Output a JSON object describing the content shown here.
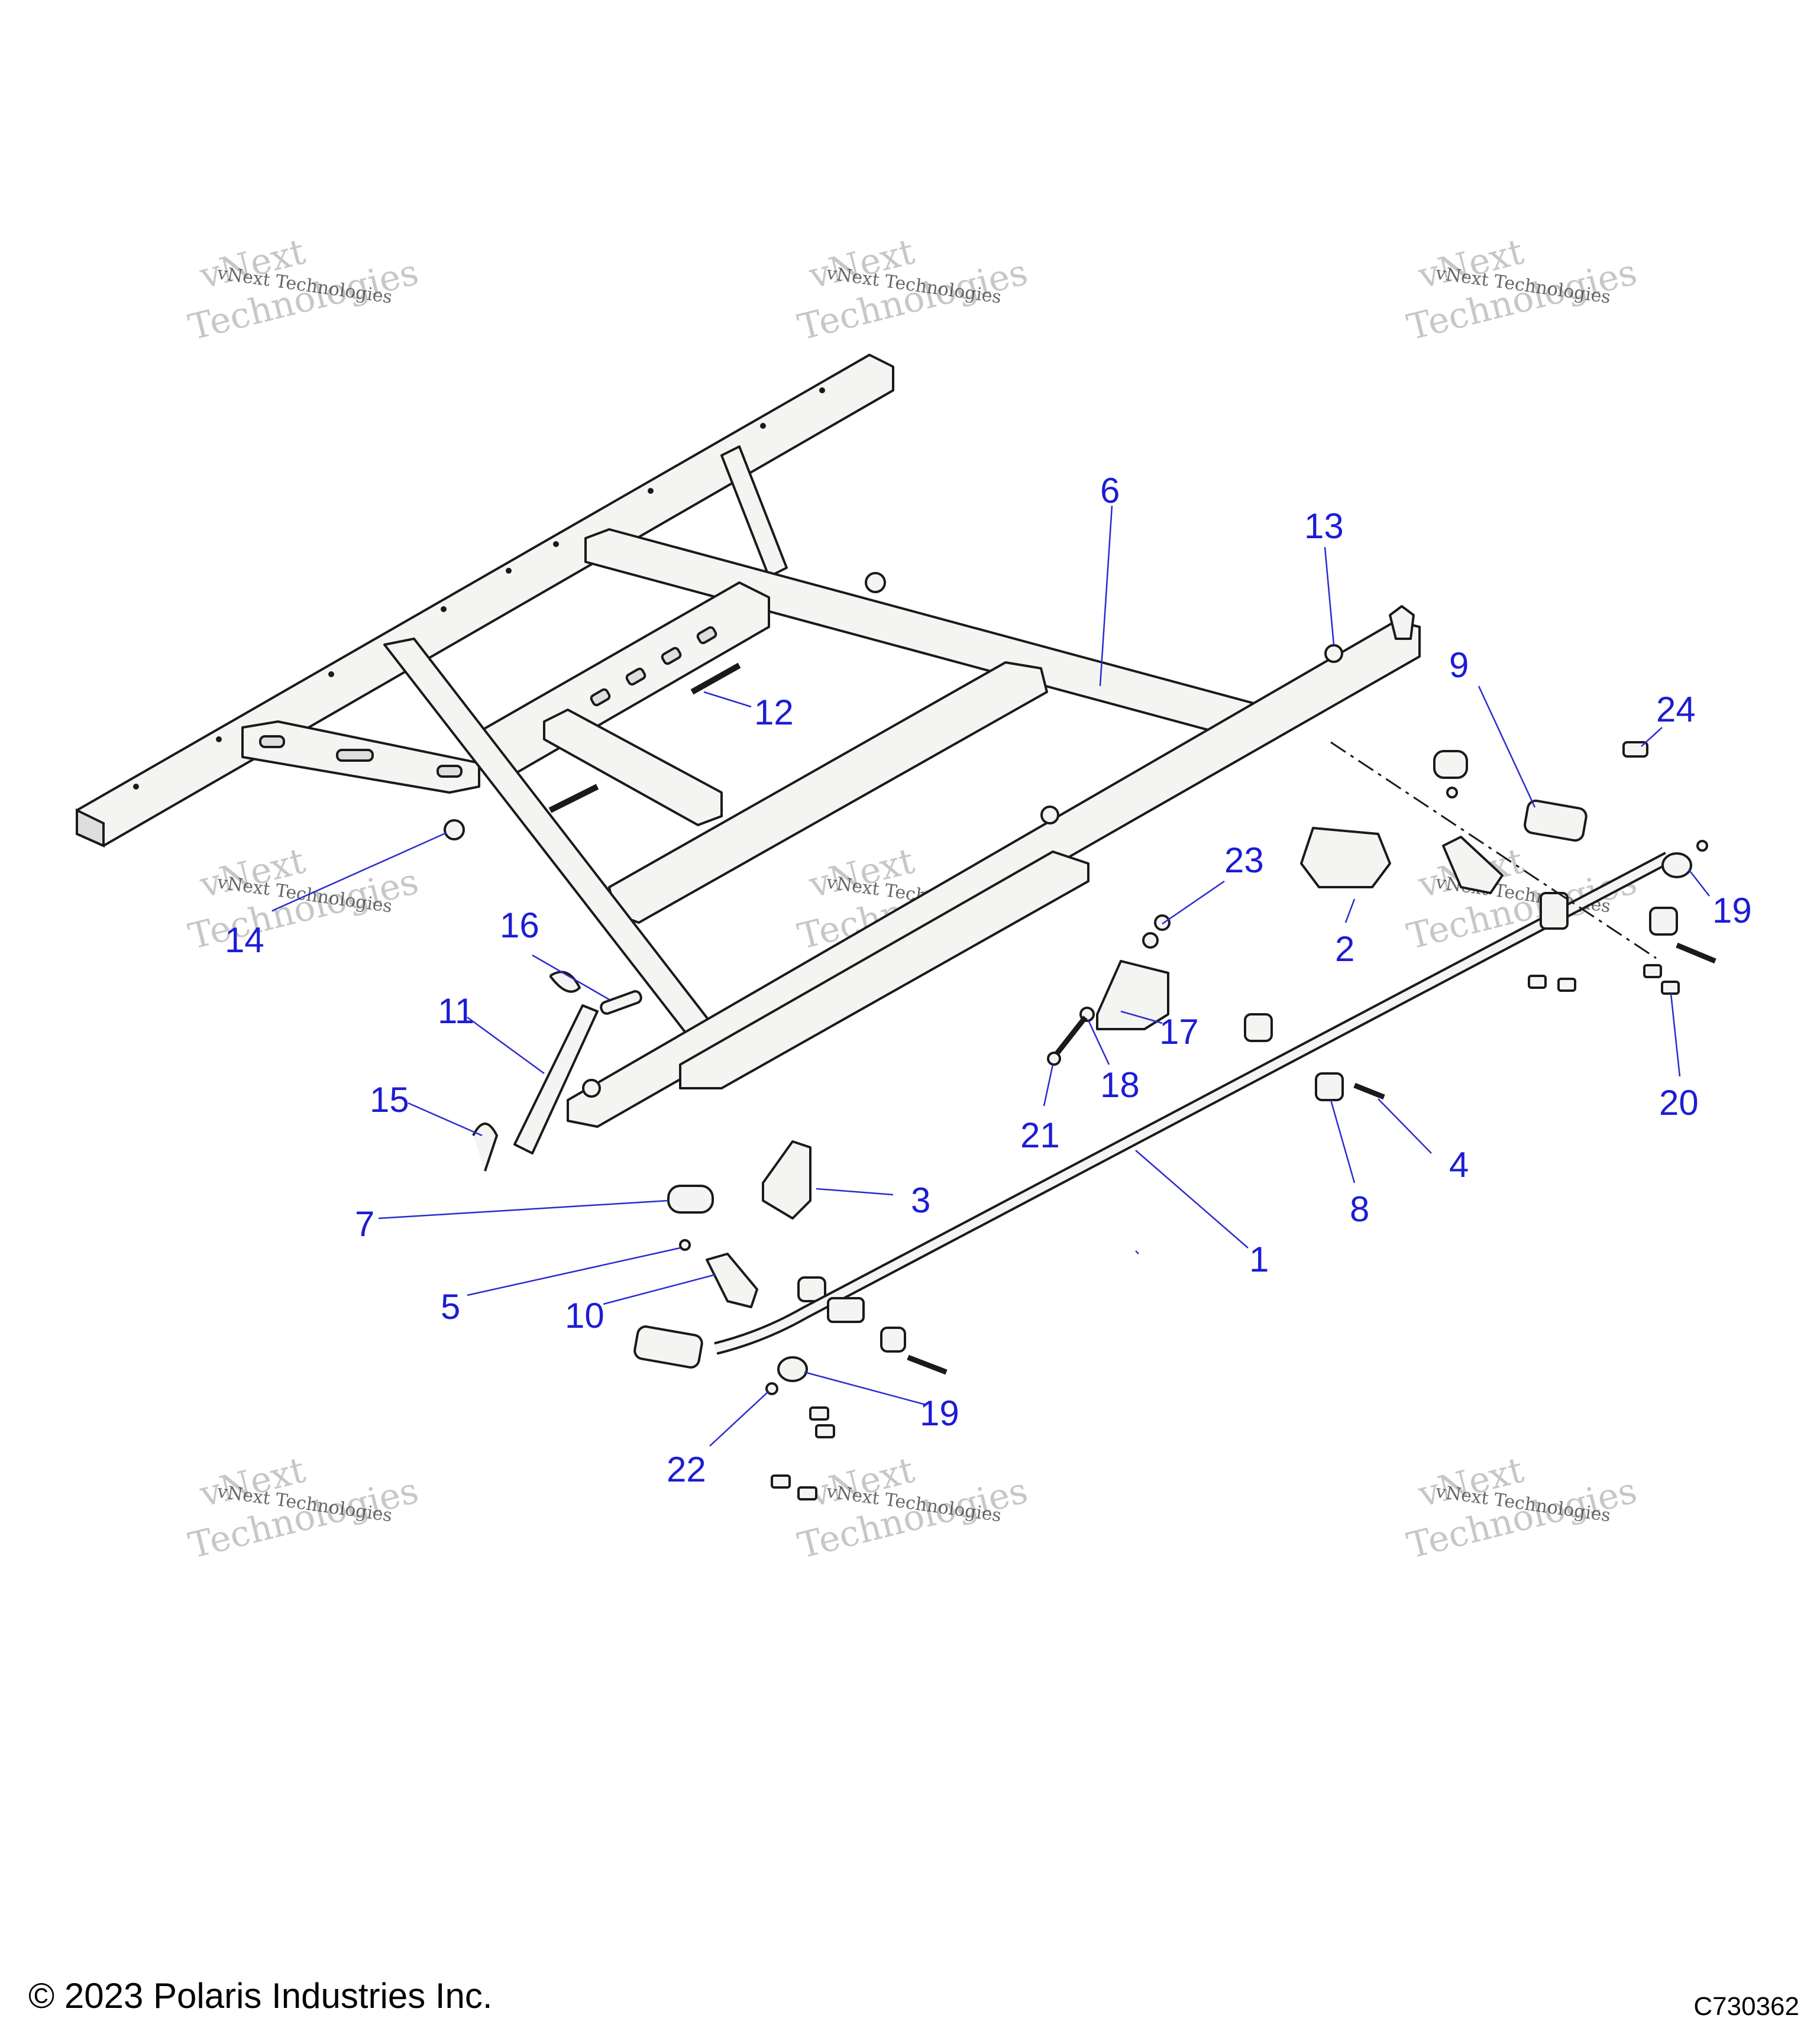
{
  "callouts": [
    {
      "id": "1",
      "label": "1"
    },
    {
      "id": "2",
      "label": "2"
    },
    {
      "id": "3",
      "label": "3"
    },
    {
      "id": "4",
      "label": "4"
    },
    {
      "id": "5",
      "label": "5"
    },
    {
      "id": "6",
      "label": "6"
    },
    {
      "id": "7",
      "label": "7"
    },
    {
      "id": "8",
      "label": "8"
    },
    {
      "id": "9",
      "label": "9"
    },
    {
      "id": "10",
      "label": "10"
    },
    {
      "id": "11",
      "label": "11"
    },
    {
      "id": "12",
      "label": "12"
    },
    {
      "id": "13",
      "label": "13"
    },
    {
      "id": "14",
      "label": "14"
    },
    {
      "id": "15",
      "label": "15"
    },
    {
      "id": "16",
      "label": "16"
    },
    {
      "id": "17",
      "label": "17"
    },
    {
      "id": "18",
      "label": "18"
    },
    {
      "id": "19a",
      "label": "19"
    },
    {
      "id": "19b",
      "label": "19"
    },
    {
      "id": "20",
      "label": "20"
    },
    {
      "id": "21",
      "label": "21"
    },
    {
      "id": "22",
      "label": "22"
    },
    {
      "id": "23",
      "label": "23"
    },
    {
      "id": "24",
      "label": "24"
    }
  ],
  "watermark": {
    "line_small": "vNext Technologies",
    "line_big_top": "vNext",
    "line_big_bottom": "Technologies"
  },
  "footer": {
    "copyright": "© 2023 Polaris Industries Inc.",
    "code": "C730362"
  },
  "colors": {
    "callout": "#1c1cd6",
    "line_art": "#1a1a1a"
  }
}
